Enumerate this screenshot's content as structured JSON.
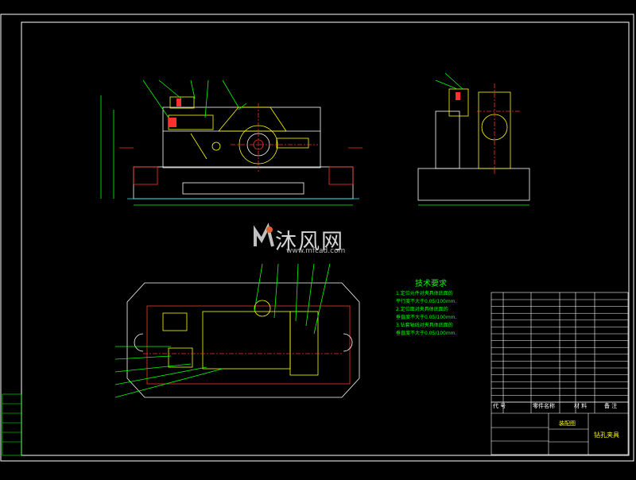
{
  "watermark": {
    "brand": "沐风网",
    "url": "www.mfcad.com"
  },
  "technical_requirements": {
    "title": "技术要求",
    "lines": [
      "1.定位元件对夹具体底面的",
      "  平行度不大于0.05/100mm.",
      "2.定位面对夹具体底面的",
      "  垂直度不大于0.05/100mm.",
      "3.钻套轴线对夹具体底面的",
      "  垂直度不大于0.05/100mm."
    ]
  },
  "title_block": {
    "drawing_name": "钻孔夹具",
    "drawing_type": "装配图",
    "headers": {
      "code": "代  号",
      "part_name": "零件名称",
      "material": "材  料",
      "remark": "备  注"
    }
  },
  "colors": {
    "line": "#ffffff",
    "yellow": "#ffff00",
    "green": "#00ff00",
    "cyan": "#00ffff",
    "red": "#ff3030",
    "magenta": "#ff00ff"
  }
}
